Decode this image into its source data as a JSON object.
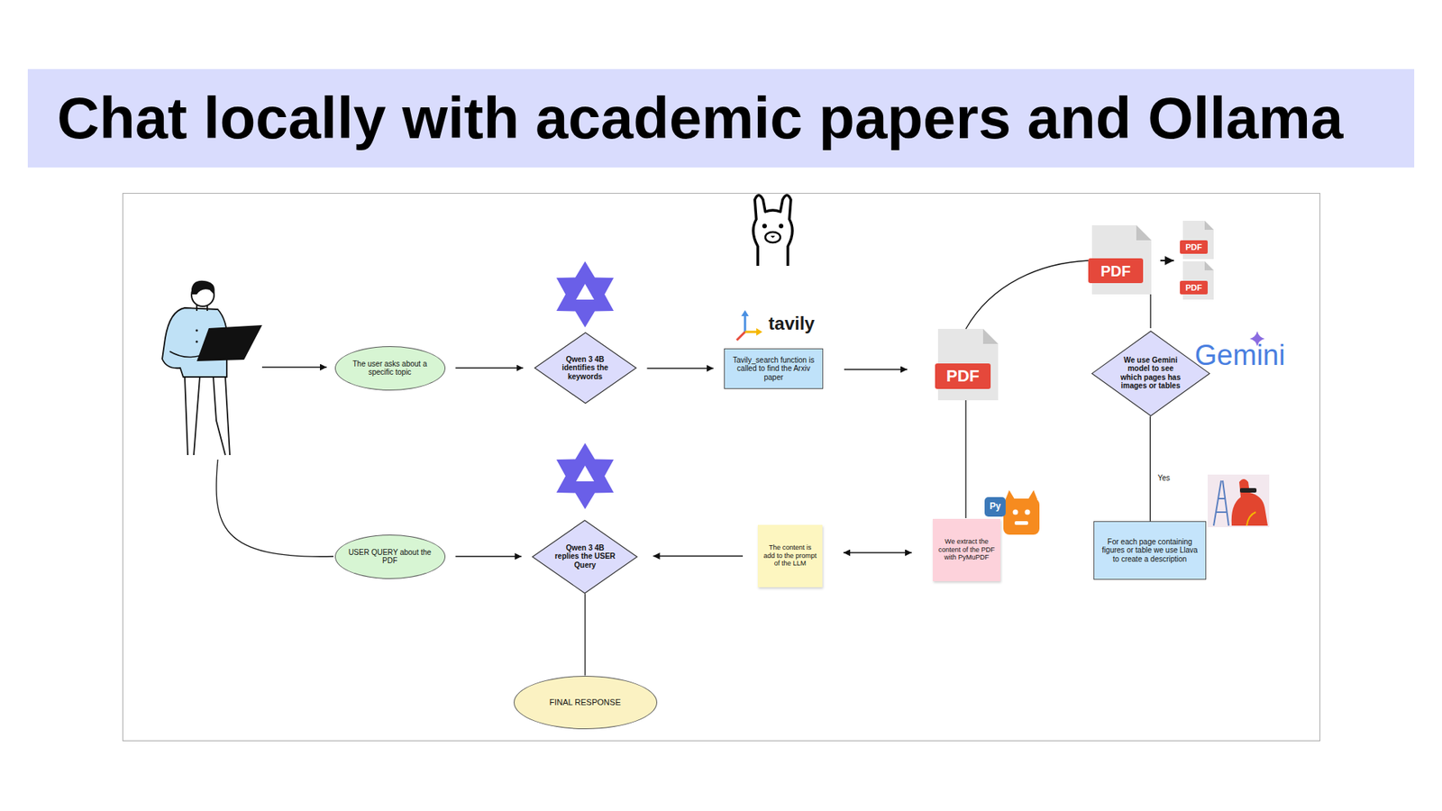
{
  "diagram": {
    "title": "Chat locally with academic papers and Ollama",
    "nodes": [
      {
        "text": [
          "The user asks about a specific topic"
        ]
      },
      {
        "text": [
          "Qwen 3 4B identifies the keywords"
        ]
      },
      {
        "text": [
          "Tavily_search function is called to find the Arxiv paper"
        ]
      },
      {
        "text": [
          "We use Gemini model to see which pages has images or tables"
        ]
      },
      {
        "text": [
          "USER QUERY about the PDF"
        ]
      },
      {
        "text": [
          "Qwen 3 4B replies the USER Query"
        ]
      },
      {
        "text": [
          "The content is add to the prompt of the LLM"
        ]
      },
      {
        "text": [
          "We extract the content of the PDF with PyMuPDF"
        ]
      },
      {
        "text": [
          "For each page containing figures or table we use Llava to create a description"
        ]
      },
      {
        "text": [
          "FINAL RESPONSE"
        ]
      }
    ],
    "edges": [
      {
        "from": 0,
        "to": 1,
        "arrow": "to"
      },
      {
        "from": 1,
        "to": 2,
        "arrow": "to"
      },
      {
        "from": 3,
        "to": 8,
        "label": "Yes",
        "arrow": "none"
      },
      {
        "from": 7,
        "to": 6,
        "arrow": "both"
      },
      {
        "from": 6,
        "to": 5,
        "arrow": "to"
      },
      {
        "from": 4,
        "to": 5,
        "arrow": "to"
      },
      {
        "from": 5,
        "to": 9,
        "arrow": "none"
      }
    ],
    "labels": [
      "PDF",
      "PDF",
      "PDF",
      "tavily",
      "Gemini",
      "PDF",
      "Py"
    ]
  }
}
